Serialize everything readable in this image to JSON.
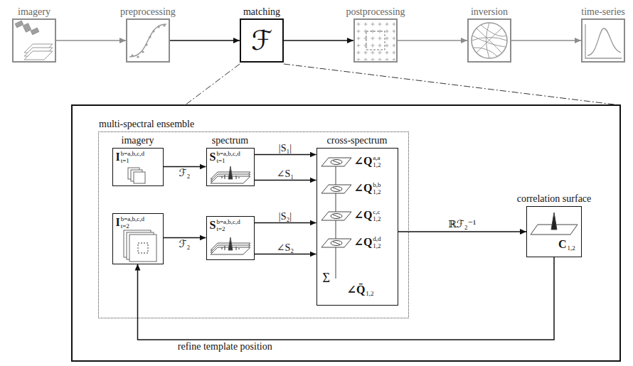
{
  "diagram": {
    "nodes": [
      {
        "text": [
          "imagery"
        ]
      },
      {
        "text": [
          "preprocessing"
        ]
      },
      {
        "text": [
          "matching",
          "ℱ"
        ]
      },
      {
        "text": [
          "postprocessing"
        ]
      },
      {
        "text": [
          "inversion"
        ]
      },
      {
        "text": [
          "time-series"
        ]
      },
      {
        "text": [
          "multi-spectral ensemble"
        ]
      },
      {
        "text": [
          "imagery",
          "I",
          "b=a,b,c,d",
          "t=1"
        ],
        "in": 6
      },
      {
        "text": [
          "spectrum",
          "S",
          "b=a,b,c,d",
          "t=1"
        ],
        "in": 6
      },
      {
        "text": [
          "cross-spectrum",
          "∠Q",
          "a,a",
          "1,2",
          "∠Q",
          "b,b",
          "1,2",
          "∠Q",
          "c,c",
          "1,2",
          "∠Q",
          "d,d",
          "1,2",
          "Σ",
          "∠Q̄",
          "1,2"
        ],
        "in": 6
      },
      {
        "text": [
          "I",
          "b=a,b,c,d",
          "t=2"
        ],
        "in": 6
      },
      {
        "text": [
          "S",
          "b=a,b,c,d",
          "t=2"
        ],
        "in": 6
      },
      {
        "text": [
          "correlation surface",
          "C",
          "1,2"
        ]
      }
    ],
    "edges": [
      {
        "from": 0,
        "to": 1,
        "arrow": "to"
      },
      {
        "from": 1,
        "to": 2,
        "arrow": "to"
      },
      {
        "from": 2,
        "to": 3,
        "arrow": "to"
      },
      {
        "from": 3,
        "to": 4,
        "arrow": "to"
      },
      {
        "from": 4,
        "to": 5,
        "arrow": "to"
      },
      {
        "from": 7,
        "to": 8,
        "label": "ℱ₂",
        "arrow": "to"
      },
      {
        "from": 10,
        "to": 11,
        "label": "ℱ₂",
        "arrow": "to"
      },
      {
        "from": 8,
        "to": 9,
        "label": "|S₁|",
        "arrow": "to"
      },
      {
        "from": 8,
        "to": 9,
        "label": "∠S₁",
        "arrow": "to"
      },
      {
        "from": 11,
        "to": 9,
        "label": "|S₂|",
        "arrow": "to"
      },
      {
        "from": 11,
        "to": 9,
        "label": "∠S₂",
        "arrow": "to"
      },
      {
        "from": 9,
        "to": 12,
        "label": "ℝℱ₂⁻¹",
        "arrow": "to"
      },
      {
        "from": 12,
        "to": 10,
        "label": "refine template position",
        "arrow": "to"
      }
    ]
  }
}
